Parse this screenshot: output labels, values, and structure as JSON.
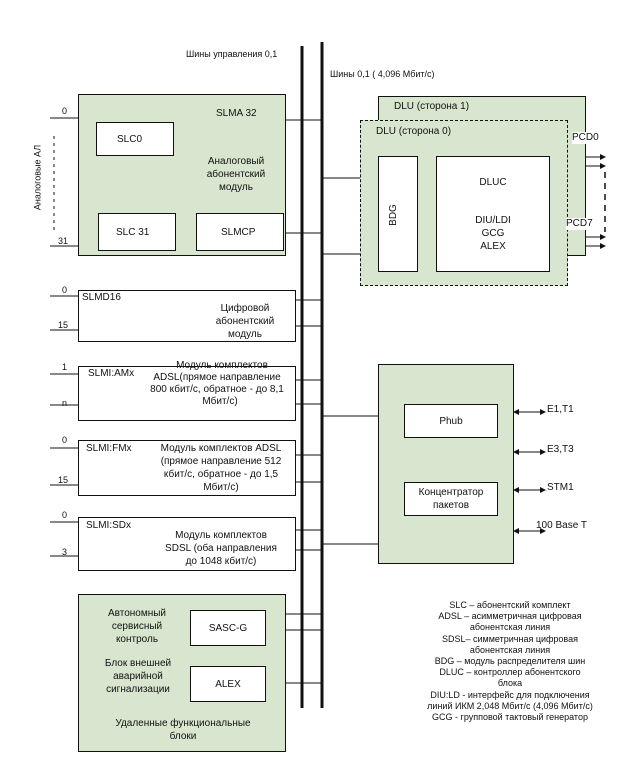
{
  "bus": {
    "control_label": "Шины управления 0,1",
    "data_label": "Шины 0,1 ( 4,096 Мбит/с)"
  },
  "slma": {
    "title": "SLMA 32",
    "slc0": "SLC0",
    "slc31": "SLC 31",
    "slmcp": "SLMCP",
    "desc": [
      "Аналоговый",
      "абонентский",
      "модуль"
    ],
    "idx_top": "0",
    "idx_bottom": "31",
    "side_label": "Аналоговые АЛ"
  },
  "dlu": {
    "side1": "DLU (сторона 1)",
    "side0": "DLU (сторона 0)",
    "bdg": "BDG",
    "dluc": "DLUC",
    "inner": [
      "DIU/LDI",
      "GCG",
      "ALEX"
    ],
    "pcd0": "PCD0",
    "pcd7": "PCD7"
  },
  "slmd": {
    "title": "SLMD16",
    "desc": [
      "Цифровой",
      "абонентский",
      "модуль"
    ],
    "idx_top": "0",
    "idx_bottom": "15"
  },
  "slmi_am": {
    "title": "SLMI:AMx",
    "desc": [
      "Модуль комплектов",
      "ADSL(прямое направление",
      "800 кбит/с, обратное - до 8,1",
      "Мбит/с)"
    ],
    "idx_top": "1",
    "idx_bottom": "n"
  },
  "slmi_fm": {
    "title": "SLMI:FMx",
    "desc": [
      "Модуль комплектов ADSL",
      "(прямое направление 512",
      "кбит/с, обратное - до 1,5",
      "Мбит/с)"
    ],
    "idx_top": "0",
    "idx_bottom": "15"
  },
  "slmi_sd": {
    "title": "SLMI:SDx",
    "desc": [
      "Модуль комплектов",
      "SDSL (оба направления",
      "до 1048 кбит/с)"
    ],
    "idx_top": "0",
    "idx_bottom": "3"
  },
  "phub": {
    "label": "Phub",
    "concentrator": [
      "Концентратор",
      "пакетов"
    ],
    "ports": [
      "E1,T1",
      "E3,T3",
      "STM1",
      "100 Base T"
    ]
  },
  "remote": {
    "auto_label": [
      "Автономный",
      "сервисный",
      "контроль"
    ],
    "sasc": "SASC-G",
    "alarm_label": [
      "Блок внешней",
      "аварийной",
      "сигнализации"
    ],
    "alex": "ALEX",
    "footer": [
      "Удаленные функциональные",
      "блоки"
    ]
  },
  "legend": [
    "SLC – абонентский комплект",
    "ADSL – асимметричная цифровая",
    "абонентская линия",
    "SDSL– симметричная цифровая",
    "абонентская линия",
    "BDG – модуль распределителя шин",
    "DLUC – контроллер абонентского",
    "блока",
    "DIU:LD - интерфейс для подключения",
    "линий ИКМ 2,048 Мбит/с (4,096 Мбит/с)",
    "GCG - групповой тактовый генератор"
  ]
}
